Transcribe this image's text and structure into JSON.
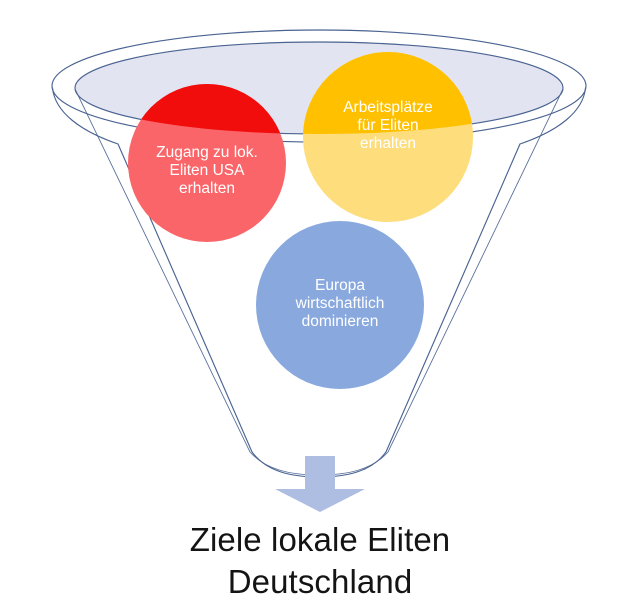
{
  "diagram": {
    "type": "funnel",
    "title": "Ziele lokale Eliten Deutschland",
    "background_color": "#FFFFFF",
    "funnel": {
      "outline_color": "#4A6391",
      "rim_fill_color": "#FFFFFF",
      "inner_fill_color": "#E2E5F1",
      "body_fill_color": "#FFFFFF"
    },
    "bubbles": [
      {
        "id": "red",
        "label": "Zugang zu lok.\nEliten USA\nerhalten",
        "color": "#F20D0D",
        "color_below_rim": "#FA6569",
        "text_color": "#FFFFFF"
      },
      {
        "id": "yellow",
        "label": "Arbeitsplätze\nfür Eliten\nerhalten",
        "color": "#FFC000",
        "color_below_rim": "#FDDD7C",
        "text_color": "#FFFFFF"
      },
      {
        "id": "blue",
        "label": "Europa\nwirtschaftlich\ndominieren",
        "color": "#88A8DE",
        "color_below_rim": "#88A8DE",
        "text_color": "#FFFFFF"
      }
    ],
    "arrow": {
      "direction": "down",
      "color": "#AEBDE2"
    },
    "caption": {
      "text": "Ziele lokale Eliten\nDeutschland",
      "color": "#141414"
    }
  }
}
